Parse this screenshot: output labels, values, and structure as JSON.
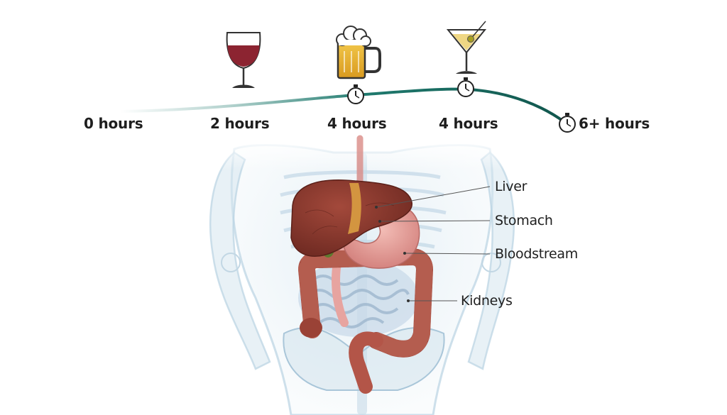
{
  "timeline": {
    "labels": [
      "0 hours",
      "2 hours",
      "4 hours",
      "4 hours",
      "6+ hours"
    ]
  },
  "drinks": {
    "wine_icon": "wine-glass-icon",
    "beer_icon": "beer-mug-icon",
    "cocktail_icon": "martini-glass-icon",
    "timer_icon": "stopwatch-icon"
  },
  "organs": {
    "labels": [
      "Liver",
      "Stomach",
      "Bloodstream",
      "Kidneys"
    ]
  },
  "colors": {
    "timeline": "#1f7a6e",
    "liver": "#8b3a2e",
    "stomach": "#e9a3a0",
    "intestine": "#a3493d",
    "wine": "#8c2431",
    "beer": "#e9b73a"
  }
}
